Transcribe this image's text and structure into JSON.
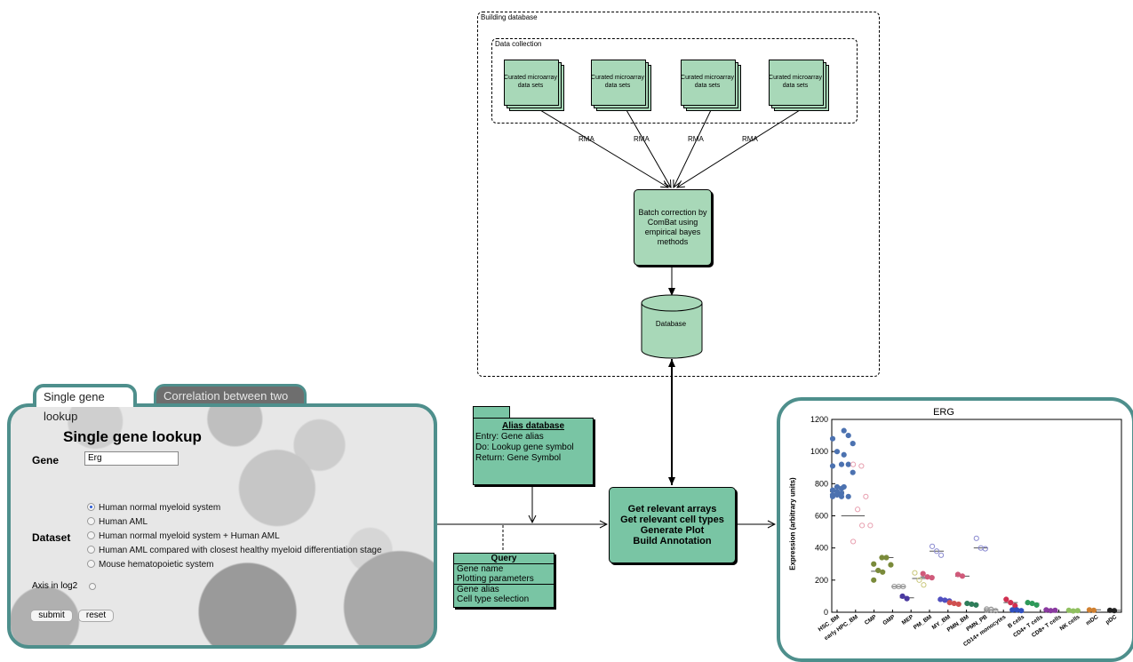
{
  "diagram": {
    "building_database_label": "Building database",
    "data_collection_label": "Data collection",
    "datasets": [
      {
        "label": "Curated microarray data sets"
      },
      {
        "label": "Curated microarray data sets"
      },
      {
        "label": "Curated microarray data sets"
      },
      {
        "label": "Curated microarray data sets"
      }
    ],
    "rma_labels": [
      "RMA",
      "RMA",
      "RMA",
      "RMA"
    ],
    "batch_correction": "Batch correction by ComBat using empirical bayes methods",
    "database_label": "Database",
    "alias": {
      "title": "Alias database",
      "lines": [
        "Entry: Gene alias",
        "Do: Lookup gene symbol",
        "Return: Gene Symbol"
      ]
    },
    "main_process": [
      "Get relevant arrays",
      "Get relevant cell types",
      "Generate Plot",
      "Build Annotation"
    ],
    "query": {
      "title": "Query",
      "group1": [
        "Gene name",
        "Plotting parameters"
      ],
      "group2": [
        "Gene alias",
        "Cell type selection"
      ]
    }
  },
  "form": {
    "tabs": [
      {
        "label": "Single gene lookup"
      },
      {
        "label": "Correlation between two genes"
      }
    ],
    "title": "Single gene lookup",
    "gene_label": "Gene",
    "gene_value": "Erg",
    "dataset_label": "Dataset",
    "dataset_options": [
      {
        "label": "Human normal myeloid system",
        "selected": true
      },
      {
        "label": "Human AML",
        "selected": false
      },
      {
        "label": "Human normal myeloid system + Human AML",
        "selected": false
      },
      {
        "label": "Human AML compared with closest healthy myeloid differentiation stage",
        "selected": false
      },
      {
        "label": "Mouse hematopoietic system",
        "selected": false
      }
    ],
    "axis_log2_label": "Axis in log2",
    "submit_label": "submit",
    "reset_label": "reset"
  },
  "colors": {
    "panel_border": "#4e8f8c",
    "box_fill": "#79c5a4",
    "light_fill": "#a8d8b8"
  },
  "chart_data": {
    "type": "scatter",
    "title": "ERG",
    "xlabel": "",
    "ylabel": "Expression (arbitrary units)",
    "ylim": [
      0,
      1200
    ],
    "yticks": [
      0,
      200,
      400,
      600,
      800,
      1000,
      1200
    ],
    "categories": [
      "HSC_BM",
      "early HPC_BM",
      "CMP",
      "GMP",
      "MEP",
      "PM_BM",
      "MY_BM",
      "PMN_BM",
      "PMN_PB",
      "CD14+ monocytes",
      "B cells",
      "CD4+ T cells",
      "CD8+ T cells",
      "NK cells",
      "mDC",
      "pDC"
    ],
    "series": [
      {
        "color": "#4c72b0",
        "filled": true,
        "median": 750,
        "values": [
          1080,
          1000,
          920,
          910,
          780,
          770,
          760,
          750,
          740,
          730,
          730,
          720,
          720
        ]
      },
      {
        "color": "#4c72b0",
        "filled": true,
        "median": 600,
        "values": [
          1130,
          1100,
          1050,
          980,
          920,
          870,
          780,
          720
        ]
      },
      {
        "color": "#e8a0b0",
        "filled": false,
        "median": 600,
        "values": [
          920,
          640,
          540,
          440
        ]
      },
      {
        "color": "#e8a0b0",
        "filled": false,
        "median": 0,
        "values": [
          910,
          720,
          540
        ]
      },
      {
        "color": "#7a8a3a",
        "filled": true,
        "median": 255,
        "values": [
          300,
          260,
          250,
          200
        ]
      },
      {
        "color": "#7a8a3a",
        "filled": true,
        "median": 340,
        "values": [
          340,
          340,
          295
        ]
      },
      {
        "color": "#999999",
        "filled": false,
        "median": 160,
        "values": [
          160,
          160,
          160
        ]
      },
      {
        "color": "#4b3aa0",
        "filled": true,
        "median": 90,
        "values": [
          100,
          85
        ]
      },
      {
        "color": "#c9c77a",
        "filled": false,
        "median": 210,
        "values": [
          245,
          200,
          170
        ]
      },
      {
        "color": "#d05a7a",
        "filled": true,
        "median": 220,
        "values": [
          240,
          220,
          215
        ]
      },
      {
        "color": "#8a8ad0",
        "filled": false,
        "median": 380,
        "values": [
          410,
          380,
          355
        ]
      },
      {
        "color": "#5050c0",
        "filled": true,
        "median": 75,
        "values": [
          80,
          75,
          70
        ]
      },
      {
        "color": "#d05050",
        "filled": true,
        "median": 55,
        "values": [
          60,
          55,
          50
        ]
      },
      {
        "color": "#d05a7a",
        "filled": true,
        "median": 225,
        "values": [
          235,
          225
        ]
      },
      {
        "color": "#2e7d5a",
        "filled": true,
        "median": 50,
        "values": [
          55,
          50,
          45
        ]
      },
      {
        "color": "#8a8ad0",
        "filled": false,
        "median": 400,
        "values": [
          460,
          400,
          395
        ]
      },
      {
        "color": "#999999",
        "filled": false,
        "median": 15,
        "values": [
          20,
          15,
          10,
          12,
          18
        ]
      },
      {
        "color": "#d03050",
        "filled": true,
        "median": 60,
        "values": [
          80,
          60,
          40
        ]
      },
      {
        "color": "#3050c0",
        "filled": true,
        "median": 15,
        "values": [
          15,
          15,
          10
        ]
      },
      {
        "color": "#2e9a5a",
        "filled": true,
        "median": 55,
        "values": [
          60,
          55,
          45
        ]
      },
      {
        "color": "#8a3aa0",
        "filled": true,
        "median": 15,
        "values": [
          15,
          10,
          12
        ]
      },
      {
        "color": "#90c060",
        "filled": true,
        "median": 10,
        "values": [
          12,
          8,
          10
        ]
      },
      {
        "color": "#d08030",
        "filled": true,
        "median": 15,
        "values": [
          15,
          12
        ]
      },
      {
        "color": "#222222",
        "filled": true,
        "median": 12,
        "values": [
          12,
          10
        ]
      }
    ],
    "series_positions": [
      0,
      0.55,
      1.0,
      1.4,
      2.0,
      2.4,
      3.0,
      3.4,
      4.0,
      4.4,
      4.85,
      5.25,
      5.7,
      6.1,
      6.55,
      7.0,
      7.5,
      8.45,
      8.75,
      9.5,
      10.4,
      11.5,
      12.5,
      13.5
    ]
  }
}
